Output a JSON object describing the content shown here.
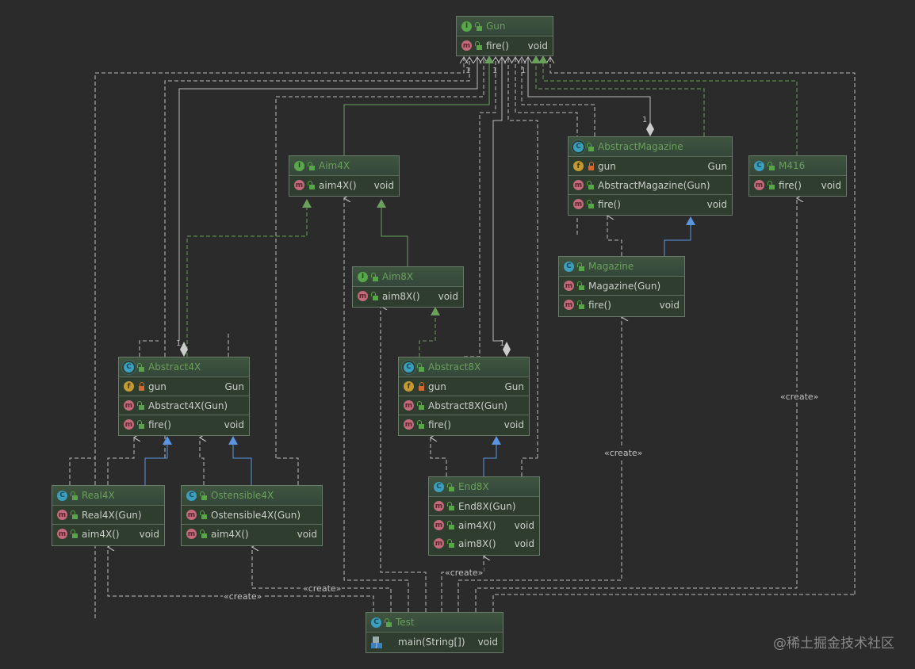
{
  "diagram": {
    "type": "UML class diagram",
    "nodes": {
      "gun": {
        "kind": "interface",
        "badge": "I",
        "name": "Gun",
        "members": [
          {
            "badge": "m",
            "visibility": "public",
            "name": "fire()",
            "type": "void"
          }
        ]
      },
      "aim4x": {
        "kind": "interface",
        "badge": "I",
        "name": "Aim4X",
        "members": [
          {
            "badge": "m",
            "visibility": "public",
            "name": "aim4X()",
            "type": "void"
          }
        ]
      },
      "aim8x": {
        "kind": "interface",
        "badge": "I",
        "name": "Aim8X",
        "members": [
          {
            "badge": "m",
            "visibility": "public",
            "name": "aim8X()",
            "type": "void"
          }
        ]
      },
      "abstractMagazine": {
        "kind": "abstract-class",
        "badge": "C",
        "name": "AbstractMagazine",
        "fields": [
          {
            "badge": "f",
            "visibility": "private",
            "name": "gun",
            "type": "Gun"
          }
        ],
        "constructors": [
          {
            "badge": "m",
            "visibility": "public",
            "name": "AbstractMagazine(Gun)",
            "type": ""
          }
        ],
        "methods": [
          {
            "badge": "m",
            "visibility": "public",
            "name": "fire()",
            "type": "void"
          }
        ]
      },
      "m416": {
        "kind": "class",
        "badge": "C",
        "name": "M416",
        "methods": [
          {
            "badge": "m",
            "visibility": "public",
            "name": "fire()",
            "type": "void"
          }
        ]
      },
      "magazine": {
        "kind": "class",
        "badge": "C",
        "name": "Magazine",
        "constructors": [
          {
            "badge": "m",
            "visibility": "public",
            "name": "Magazine(Gun)",
            "type": ""
          }
        ],
        "methods": [
          {
            "badge": "m",
            "visibility": "public",
            "name": "fire()",
            "type": "void"
          }
        ]
      },
      "abstract4x": {
        "kind": "abstract-class",
        "badge": "C",
        "name": "Abstract4X",
        "fields": [
          {
            "badge": "f",
            "visibility": "private",
            "name": "gun",
            "type": "Gun"
          }
        ],
        "constructors": [
          {
            "badge": "m",
            "visibility": "public",
            "name": "Abstract4X(Gun)",
            "type": ""
          }
        ],
        "methods": [
          {
            "badge": "m",
            "visibility": "public",
            "name": "fire()",
            "type": "void"
          }
        ]
      },
      "abstract8x": {
        "kind": "abstract-class",
        "badge": "C",
        "name": "Abstract8X",
        "fields": [
          {
            "badge": "f",
            "visibility": "private",
            "name": "gun",
            "type": "Gun"
          }
        ],
        "constructors": [
          {
            "badge": "m",
            "visibility": "public",
            "name": "Abstract8X(Gun)",
            "type": ""
          }
        ],
        "methods": [
          {
            "badge": "m",
            "visibility": "public",
            "name": "fire()",
            "type": "void"
          }
        ]
      },
      "real4x": {
        "kind": "class",
        "badge": "C",
        "name": "Real4X",
        "constructors": [
          {
            "badge": "m",
            "visibility": "public",
            "name": "Real4X(Gun)",
            "type": ""
          }
        ],
        "methods": [
          {
            "badge": "m",
            "visibility": "public",
            "name": "aim4X()",
            "type": "void"
          }
        ]
      },
      "ostensible4x": {
        "kind": "class",
        "badge": "C",
        "name": "Ostensible4X",
        "constructors": [
          {
            "badge": "m",
            "visibility": "public",
            "name": "Ostensible4X(Gun)",
            "type": ""
          }
        ],
        "methods": [
          {
            "badge": "m",
            "visibility": "public",
            "name": "aim4X()",
            "type": "void"
          }
        ]
      },
      "end8x": {
        "kind": "class",
        "badge": "C",
        "name": "End8X",
        "constructors": [
          {
            "badge": "m",
            "visibility": "public",
            "name": "End8X(Gun)",
            "type": ""
          }
        ],
        "methods": [
          {
            "badge": "m",
            "visibility": "public",
            "name": "aim4X()",
            "type": "void"
          },
          {
            "badge": "m",
            "visibility": "public",
            "name": "aim8X()",
            "type": "void"
          }
        ]
      },
      "test": {
        "kind": "class-main",
        "badge": "C",
        "name": "Test",
        "methods": [
          {
            "badge": "main",
            "visibility": "public",
            "name": "main(String[])",
            "type": "void"
          }
        ]
      }
    },
    "relationships": [
      {
        "from": "aim4x",
        "to": "gun",
        "type": "extends"
      },
      {
        "from": "aim8x",
        "to": "aim4x",
        "type": "extends"
      },
      {
        "from": "m416",
        "to": "gun",
        "type": "implements"
      },
      {
        "from": "abstractMagazine",
        "to": "gun",
        "type": "implements"
      },
      {
        "from": "abstractMagazine",
        "to": "gun",
        "type": "aggregation",
        "multiplicity": "1"
      },
      {
        "from": "magazine",
        "to": "abstractMagazine",
        "type": "extends"
      },
      {
        "from": "abstract4x",
        "to": "aim4x",
        "type": "implements"
      },
      {
        "from": "abstract4x",
        "to": "gun",
        "type": "aggregation",
        "multiplicity": "1"
      },
      {
        "from": "abstract8x",
        "to": "aim8x",
        "type": "implements"
      },
      {
        "from": "abstract8x",
        "to": "gun",
        "type": "aggregation",
        "multiplicity": "1"
      },
      {
        "from": "real4x",
        "to": "abstract4x",
        "type": "extends"
      },
      {
        "from": "ostensible4x",
        "to": "abstract4x",
        "type": "extends"
      },
      {
        "from": "end8x",
        "to": "abstract8x",
        "type": "extends"
      },
      {
        "from": "test",
        "to": "real4x",
        "type": "create",
        "label": "«create»"
      },
      {
        "from": "test",
        "to": "ostensible4x",
        "type": "create",
        "label": "«create»"
      },
      {
        "from": "test",
        "to": "end8x",
        "type": "create",
        "label": "«create»"
      },
      {
        "from": "test",
        "to": "magazine",
        "type": "create",
        "label": "«create»"
      },
      {
        "from": "test",
        "to": "m416",
        "type": "create",
        "label": "«create»"
      }
    ],
    "labels": {
      "create": "«create»",
      "one": "1"
    }
  },
  "watermark": "@稀土掘金技术社区"
}
